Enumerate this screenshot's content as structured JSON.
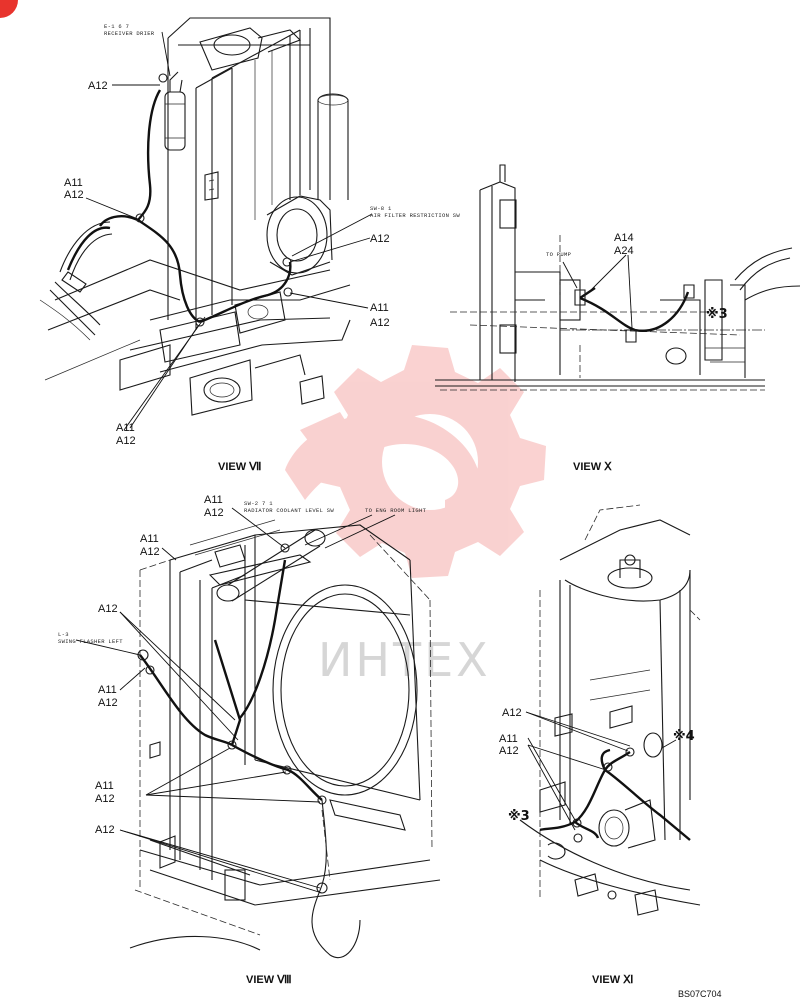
{
  "labels": {
    "receiver_drier_code": "E-1 6 7",
    "receiver_drier_name": "RECEIVER DRIER",
    "air_filter_code": "SW-8 1",
    "air_filter_name": "AIR FILTER RESTRICTION SW",
    "to_pump": "TO PUMP",
    "radiator_code": "SW-2 7 1",
    "radiator_name": "RADIATOR COOLANT LEVEL SW",
    "to_eng_room_light": "TO ENG ROOM LIGHT",
    "swing_flasher_code": "L-3",
    "swing_flasher_name": "SWING FLASHER LEFT"
  },
  "parts": {
    "a11": "A11",
    "a12": "A12",
    "a14": "A14",
    "a24": "A24"
  },
  "marks": {
    "note3": "※3",
    "note4": "※4"
  },
  "views": {
    "vii": "VIEW Ⅶ",
    "x": "VIEW Ⅹ",
    "viii": "VIEW Ⅷ",
    "xi": "VIEW Ⅺ"
  },
  "drawing_code": "BS07C704",
  "watermark": {
    "text": "ИНТЕХ",
    "color": "#e8342d"
  }
}
